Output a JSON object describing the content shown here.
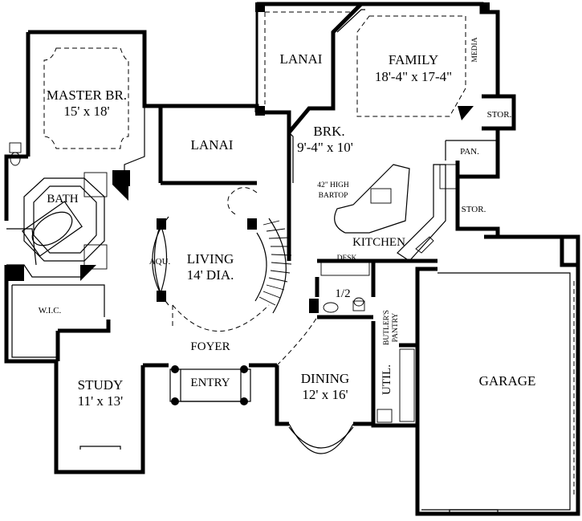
{
  "rooms": {
    "master": {
      "name": "MASTER BR.",
      "size": "15' x 18'"
    },
    "bath": {
      "name": "BATH"
    },
    "wic": {
      "name": "W.I.C."
    },
    "study": {
      "name": "STUDY",
      "size": "11' x 13'"
    },
    "lanai_left": {
      "name": "LANAI"
    },
    "lanai_top": {
      "name": "LANAI"
    },
    "family": {
      "name": "FAMILY",
      "size": "18'-4\" x 17-4\""
    },
    "media": {
      "name": "MEDIA"
    },
    "stor_top": {
      "name": "STOR."
    },
    "pan": {
      "name": "PAN."
    },
    "stor_right": {
      "name": "STOR."
    },
    "brk": {
      "name": "BRK.",
      "size": "9'-4\" x 10'"
    },
    "bartop": {
      "line1": "42\" HIGH",
      "line2": "BARTOP"
    },
    "kitchen": {
      "name": "KITCHEN"
    },
    "desk": {
      "name": "DESK"
    },
    "aqu": {
      "name": "AQU."
    },
    "living": {
      "name": "LIVING",
      "size": "14' DIA."
    },
    "half_bath": {
      "name": "1/2"
    },
    "butlers_pantry": {
      "line1": "BUTLER'S",
      "line2": "PANTRY"
    },
    "foyer": {
      "name": "FOYER"
    },
    "entry": {
      "name": "ENTRY"
    },
    "dining": {
      "name": "DINING",
      "size": "12' x 16'"
    },
    "util": {
      "name": "UTIL."
    },
    "garage": {
      "name": "GARAGE"
    }
  }
}
